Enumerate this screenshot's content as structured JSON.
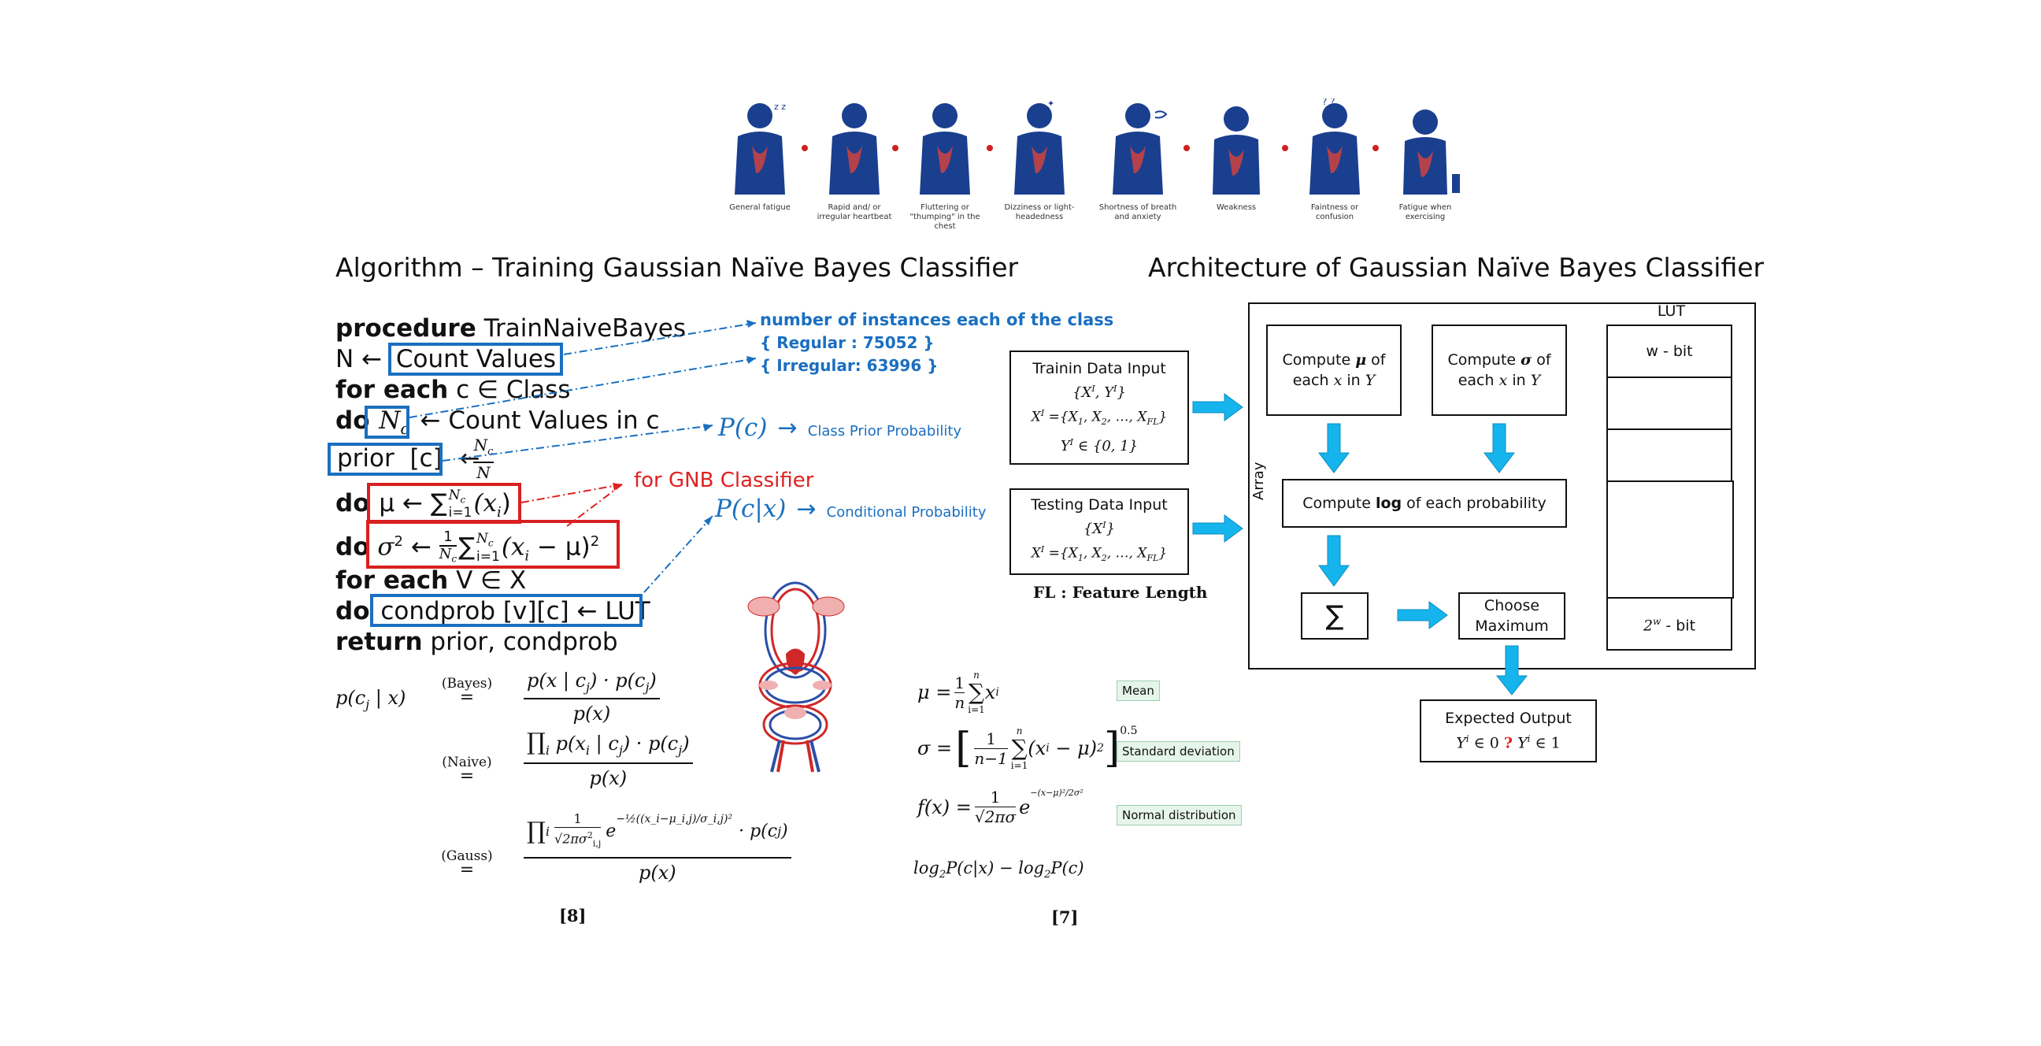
{
  "symptoms": [
    {
      "caption": "General fatigue"
    },
    {
      "caption": "Rapid and/ or irregular heartbeat"
    },
    {
      "caption": "Fluttering or \"thumping\" in the chest"
    },
    {
      "caption": "Dizziness or light- headedness"
    },
    {
      "caption": "Shortness of breath and anxiety"
    },
    {
      "caption": "Weakness"
    },
    {
      "caption": "Faintness or confusion"
    },
    {
      "caption": "Fatigue when exercising"
    }
  ],
  "headings": {
    "algorithm": "Algorithm – Training Gaussian Naïve Bayes Classifier",
    "architecture": "Architecture of Gaussian Naïve Bayes Classifier"
  },
  "algorithm": {
    "line1_kw": "procedure",
    "line1_rest": " TrainNaiveBayes",
    "line2_pre": "N ←",
    "line2_box": "Count Values",
    "line3_kw": "for each",
    "line3_rest": " c ∈ Class",
    "line4_kw": "do",
    "line4_box": "N",
    "line4_sub": "c",
    "line4_rest": "← Count Values in c",
    "line5_box": "prior  [c]",
    "line5_arrow": "←",
    "line5_num": "N",
    "line5_numsub": "c",
    "line5_den": "N",
    "line6_kw": "do",
    "line6_box": "μ ← ∑",
    "line6_sup": "N",
    "line6_supsub": "c",
    "line6_lim": "i=1",
    "line6_tail": "(x",
    "line6_tailsub": "i",
    "line6_end": ")",
    "line7_kw": "do",
    "line7_lhs": "σ",
    "line7_lhssup": "2",
    "line7_arrow": " ← ",
    "line7_fnum": "1",
    "line7_fden": "N",
    "line7_fdensub": "c",
    "line7_sum": "∑",
    "line7_sup": "N",
    "line7_supsub": "c",
    "line7_lim": "i=1",
    "line7_term": "(x",
    "line7_termsub": "i",
    "line7_term2": " − μ)",
    "line7_sq": "2",
    "line8_kw": "for each",
    "line8_rest": " V ∈ X",
    "line9_kw": "do",
    "line9_box": "condprob [v][c] ← LUT",
    "line10_kw": "return",
    "line10_rest": " prior, condprob"
  },
  "annotations": {
    "instances_title": "number of instances each of the class",
    "regular": "{ Regular : 75052 }",
    "irregular": "{ Irregular: 63996 }",
    "pc": "P(c)",
    "pc_arrow": "→",
    "pc_label": "Class Prior Probability",
    "gnb": "for GNB Classifier",
    "pcx": "P(c|x)",
    "pcx_arrow": "→",
    "pcx_label": "Conditional Probability"
  },
  "bayes": {
    "lhs": "p(c",
    "lhs_sub": "j",
    "lhs_end": " | x)",
    "tag_bayes": "(Bayes)",
    "eq": "=",
    "bayes_num": "p(x | c",
    "bayes_num_sub": "j",
    "bayes_num_end": ") · p(c",
    "bayes_num_sub2": "j",
    "bayes_num_close": ")",
    "bayes_den": "p(x)",
    "tag_naive": "(Naive)",
    "naive_prod": "∏",
    "naive_prod_sub": "i",
    "naive_num": "p(x",
    "naive_num_sub": "i",
    "naive_num_mid": " | c",
    "naive_num_sub2": "j",
    "naive_num_end": ") · p(c",
    "naive_num_sub3": "j",
    "naive_num_close": ")",
    "naive_den": "p(x)",
    "tag_gauss": "(Gauss)",
    "gauss_prod": "∏",
    "gauss_prod_sub": "i",
    "gauss_frac_num": "1",
    "gauss_sqrt": "√",
    "gauss_frac_den": "2πσ",
    "gauss_frac_den_sup": "2",
    "gauss_frac_den_sub": "i,j",
    "gauss_e": "e",
    "gauss_exp": "−½((x_i−μ_i,j)/σ_i,j)²",
    "gauss_tail": "· p(c",
    "gauss_tail_sub": "j",
    "gauss_tail_end": ")",
    "gauss_den": "p(x)",
    "ref": "[8]"
  },
  "stats": {
    "mean_lhs": "μ =",
    "mean_frac_num": "1",
    "mean_frac_den": "n",
    "mean_sum": "∑",
    "mean_sum_top": "n",
    "mean_sum_bot": "i=1",
    "mean_term": "x",
    "mean_term_sub": "i",
    "mean_tag": "Mean",
    "sd_lhs": "σ =",
    "sd_frac_num": "1",
    "sd_frac_den": "n−1",
    "sd_sum": "∑",
    "sd_sum_top": "n",
    "sd_sum_bot": "i=1",
    "sd_term": "(x",
    "sd_term_sub": "i",
    "sd_term_end": " − μ)",
    "sd_sq": "2",
    "sd_pow": "0.5",
    "sd_tag": "Standard deviation",
    "nd_lhs": "f(x) =",
    "nd_frac_num": "1",
    "nd_frac_den": "√2πσ",
    "nd_e": "e",
    "nd_exp": "−(x−μ)²/2σ²",
    "nd_tag": "Normal distribution",
    "log": "log",
    "log_sub": "2",
    "log_p1": "P(c|x) − ",
    "log_p2": "P(c)",
    "ref": "[7]"
  },
  "architecture": {
    "train_title": "Trainin Data Input",
    "train_l1": "{X",
    "train_l1_sup": "I",
    "train_l1_mid": ", Y",
    "train_l1_sup2": "I",
    "train_l1_end": "}",
    "train_l2": "X",
    "train_l2_sup": "I",
    "train_l2_rest": " ={X",
    "train_l2_a": "1",
    "train_l2_b": ", X",
    "train_l2_c": "2",
    "train_l2_d": ", …, X",
    "train_l2_e": "FL",
    "train_l2_end": "}",
    "train_l3": "Y",
    "train_l3_sup": "I",
    "train_l3_rest": " ∈ {0, 1}",
    "test_title": "Testing Data Input",
    "test_l1": "{X",
    "test_l1_sup": "I",
    "test_l1_end": "}",
    "test_l2": "X",
    "test_l2_sup": "I",
    "test_l2_rest": " ={X",
    "test_l2_a": "1",
    "test_l2_b": ", X",
    "test_l2_c": "2",
    "test_l2_d": ", …, X",
    "test_l2_e": "FL",
    "test_l2_end": "}",
    "fl_label": "FL : Feature Length",
    "array_label": "Array",
    "mu_box_a": "Compute ",
    "mu_box_sym": "μ",
    "mu_box_b": " of",
    "mu_box_c": "each ",
    "mu_box_x": "x",
    "mu_box_in": " in ",
    "mu_box_y": "Y",
    "sigma_box_a": "Compute ",
    "sigma_box_sym": "σ",
    "sigma_box_b": " of",
    "sigma_box_c": "each ",
    "sigma_box_x": "x",
    "sigma_box_in": " in ",
    "sigma_box_y": "Y",
    "log_box_a": "Compute ",
    "log_box_b": "log",
    "log_box_c": " of each probability",
    "sum_box": "∑",
    "choose_box": "Choose Maximum",
    "lut_title": "LUT",
    "lut_top": "w - bit",
    "lut_bottom_pre": "2",
    "lut_bottom_sup": "w",
    "lut_bottom_post": " - bit",
    "out_title": "Expected Output",
    "out_y": "Y",
    "out_sup": "i",
    "out_in0": " ∈ 0 ",
    "out_q": "?",
    "out_y2": " Y",
    "out_sup2": "i",
    "out_in1": " ∈ 1"
  },
  "colors": {
    "blue": "#1a6fc0",
    "red": "#e02020",
    "arrow_blue": "#16b4ec",
    "figure_blue": "#1a3f8f"
  }
}
